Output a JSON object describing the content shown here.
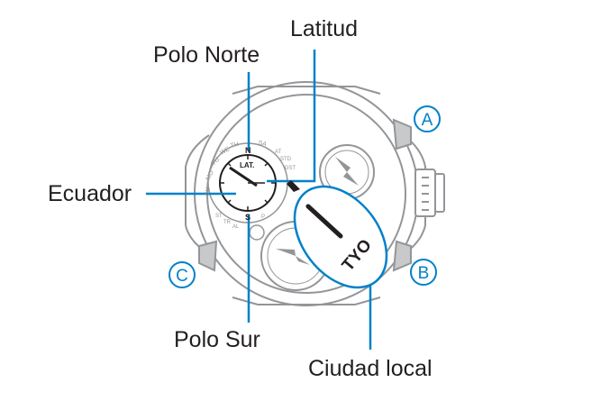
{
  "labels": {
    "latitude": "Latitud",
    "north_pole": "Polo Norte",
    "equator": "Ecuador",
    "south_pole": "Polo Sur",
    "home_city": "Ciudad local"
  },
  "buttons": {
    "a": "A",
    "b": "B",
    "c": "C"
  },
  "dial": {
    "lat_label": "LAT.",
    "north_mark": "N",
    "south_mark": "S",
    "day_marks": [
      "SU",
      "MO",
      "TU",
      "WE",
      "TH",
      "SA"
    ],
    "right_marks": [
      "AT",
      "STD",
      "DST"
    ],
    "lower_marks": [
      "ST",
      "TR",
      "AL",
      "P"
    ],
    "home_city_code": "TYO"
  },
  "colors": {
    "accent": "#0081c9",
    "outline": "#939598",
    "ink": "#231f20"
  }
}
